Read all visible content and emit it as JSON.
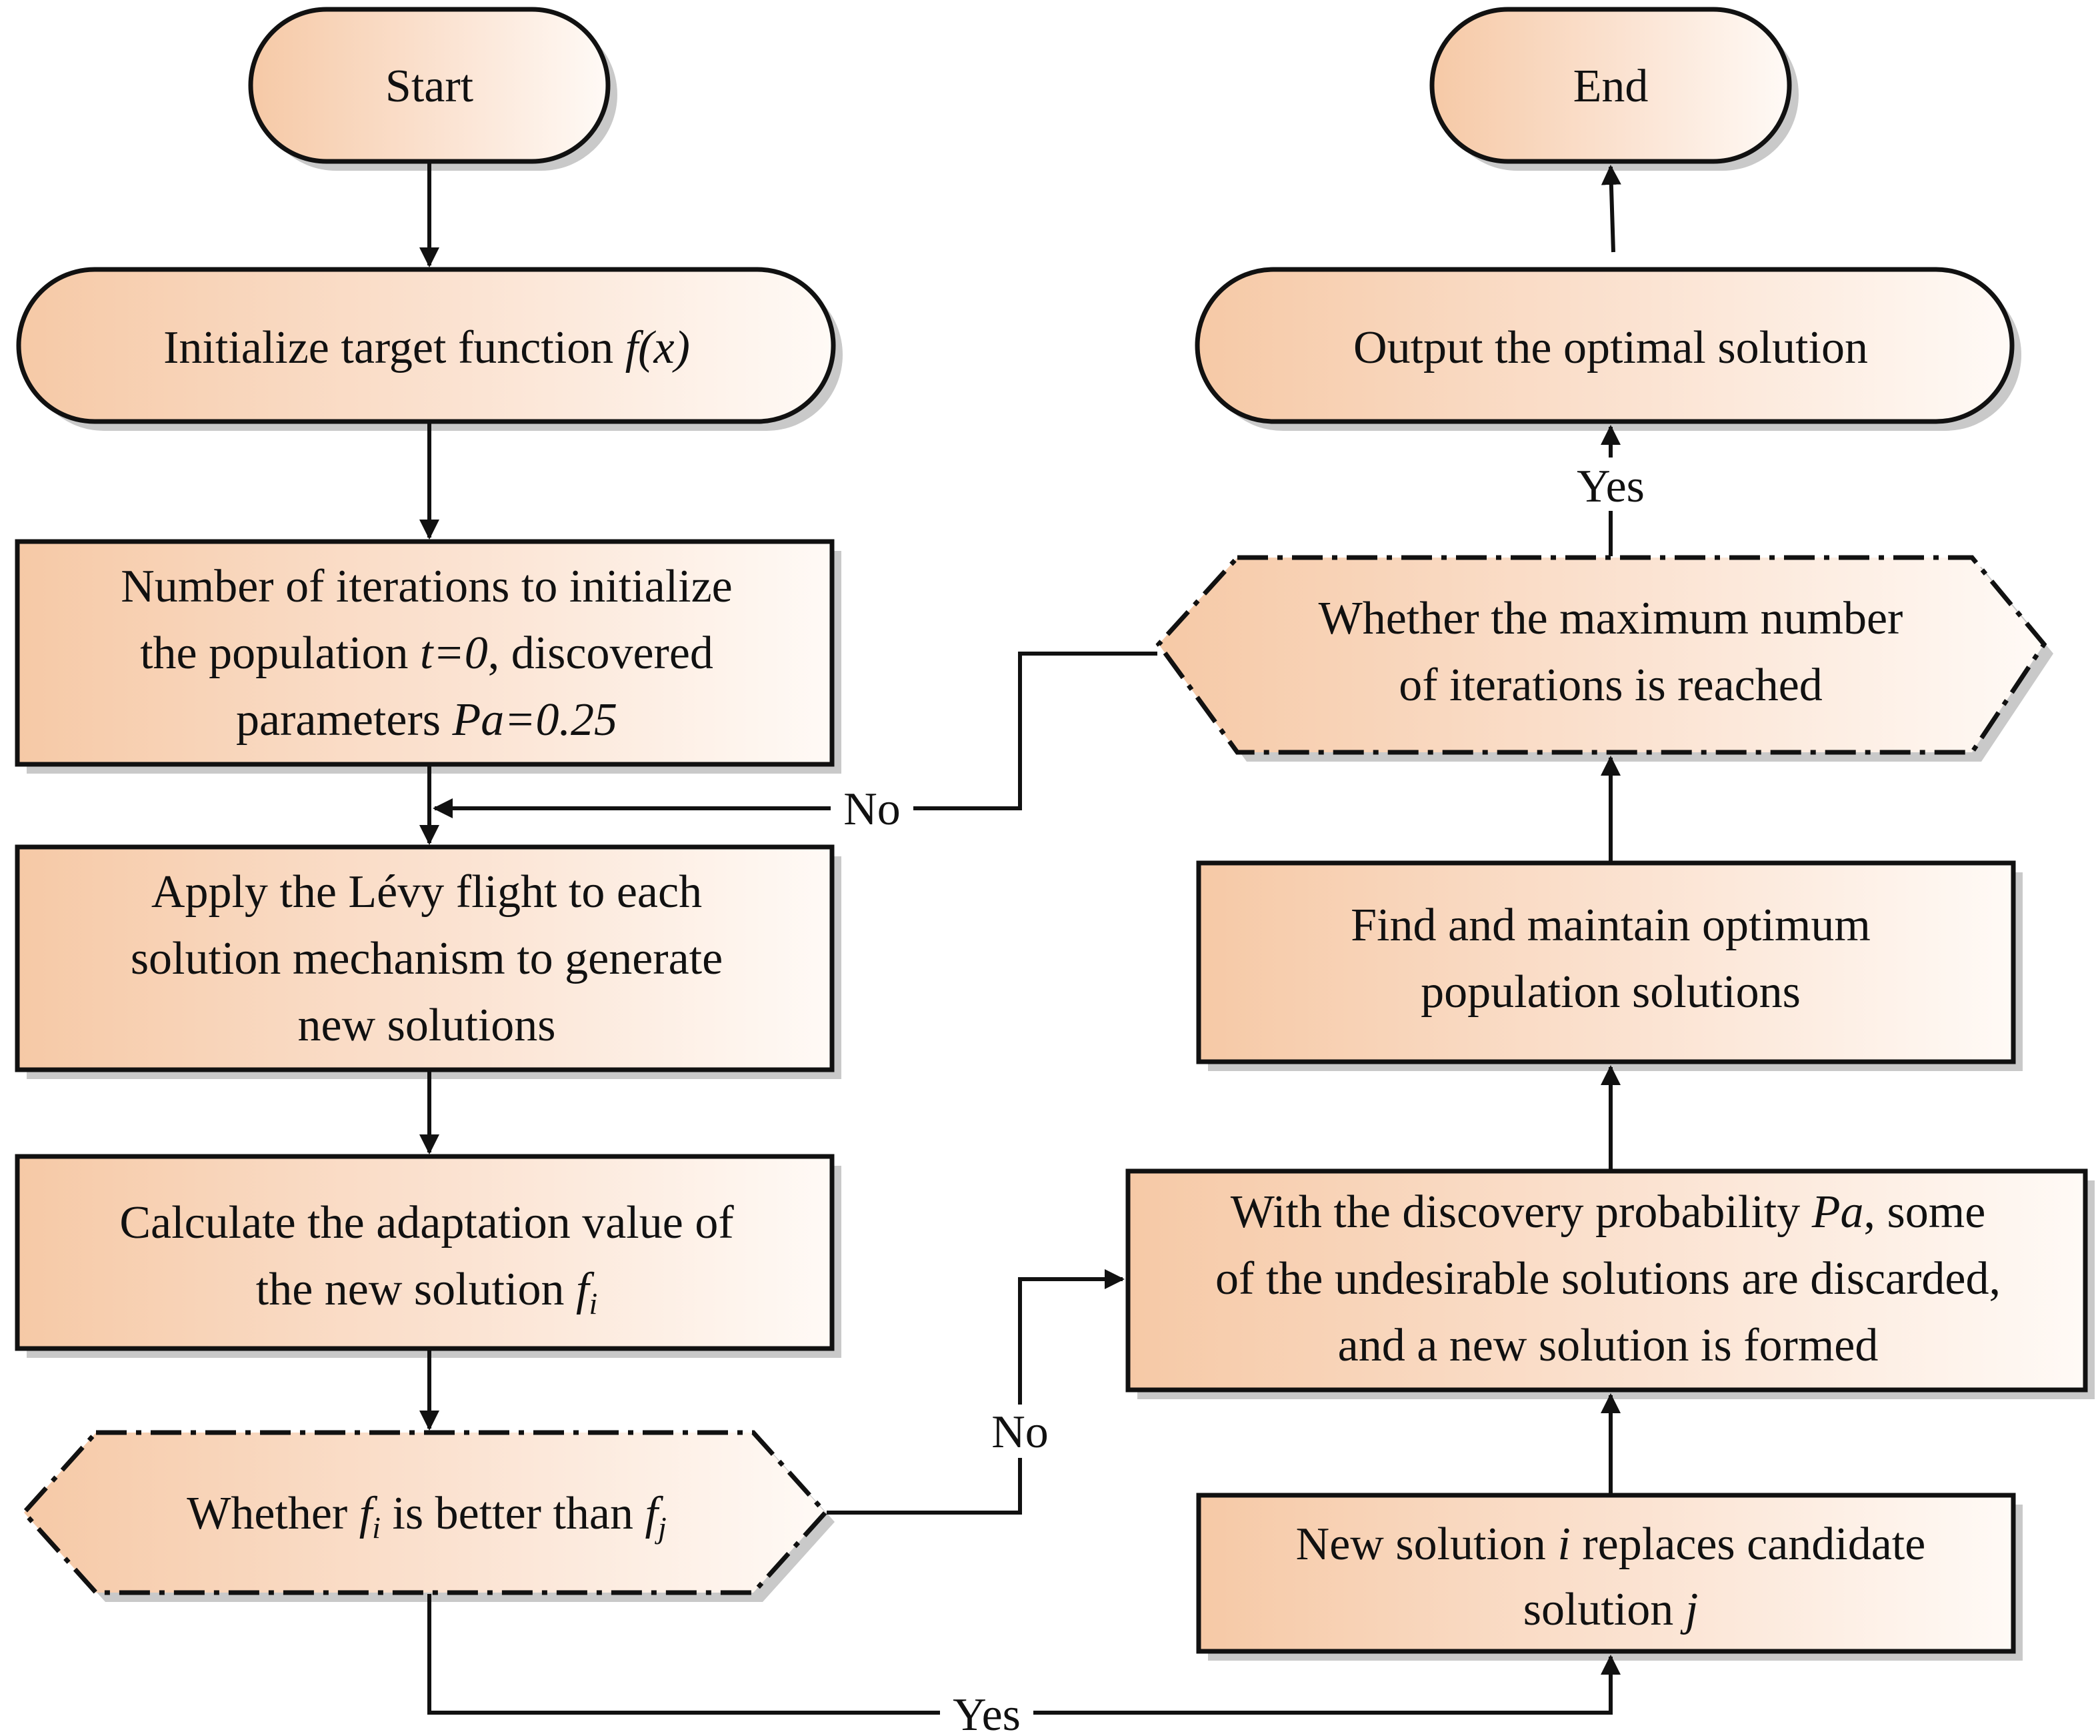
{
  "colors": {
    "fill_light": "#fff7f2",
    "fill_dark": "#f6c9a6",
    "stroke": "#111111",
    "shadow": "#c9c9c9"
  },
  "nodes": {
    "start": {
      "label": "Start"
    },
    "init_target": {
      "pre": "Initialize target function ",
      "expr": "f(x)"
    },
    "init_population": {
      "line1": "Number of iterations to initialize",
      "line2_pre": "the population ",
      "line2_expr": "t=0",
      "line2_post": ", discovered",
      "line3_pre": "parameters ",
      "line3_expr": "Pa=0.25"
    },
    "levy_flight": {
      "line1": "Apply the Lévy flight to each",
      "line2": "solution mechanism to generate",
      "line3": "new solutions"
    },
    "calc_adaptation": {
      "line1": "Calculate the adaptation value of",
      "line2_pre": "the new solution ",
      "line2_var": "f",
      "line2_sub": "i"
    },
    "compare": {
      "pre": "Whether ",
      "var1": "f",
      "sub1": "i",
      "mid": " is better than ",
      "var2": "f",
      "sub2": "j"
    },
    "replace": {
      "line1_pre": "New solution ",
      "line1_var": "i",
      "line1_post": " replaces candidate",
      "line2_pre": "solution ",
      "line2_var": "j"
    },
    "discard": {
      "line1_pre": "With the discovery probability ",
      "line1_var": "Pa",
      "line1_post": ", some",
      "line2": "of the undesirable solutions are discarded,",
      "line3": "and a new solution is formed"
    },
    "maintain": {
      "line1": "Find and maintain optimum",
      "line2": "population solutions"
    },
    "max_iter": {
      "line1": "Whether the maximum number",
      "line2": "of iterations is reached"
    },
    "output": {
      "label": "Output the optimal solution"
    },
    "end": {
      "label": "End"
    }
  },
  "edge_labels": {
    "yes_bottom": "Yes",
    "no_compare": "No",
    "no_max_iter": "No",
    "yes_max_iter": "Yes"
  }
}
